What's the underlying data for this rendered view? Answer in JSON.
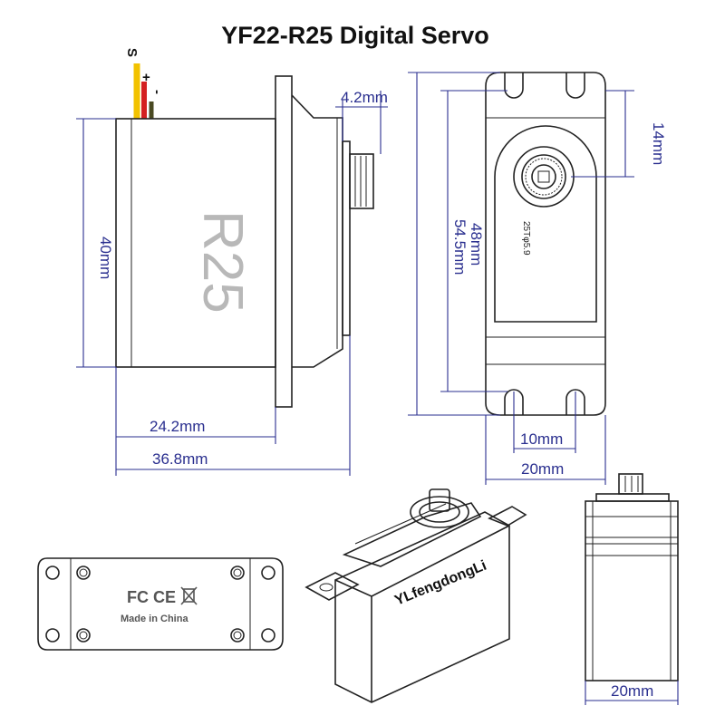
{
  "title": "YF22-R25 Digital Servo",
  "wires": {
    "signal": "S",
    "plus": "+",
    "minus": "-"
  },
  "side_view": {
    "model_text": "R25"
  },
  "dimensions": {
    "height": "40mm",
    "shaft_offset": "4.2mm",
    "body_depth": "24.2mm",
    "total_depth": "36.8mm",
    "overall_length": "54.5mm",
    "body_length": "48mm",
    "spline_offset": "14mm",
    "mount_spacing": "10mm",
    "width_top": "20mm",
    "width_right": "20mm"
  },
  "spline": "25Tφ5.9",
  "bottom_label": {
    "cert": "FC CE",
    "made_in": "Made in China"
  },
  "brand": "YLfengdongLi",
  "colors": {
    "dimension": "#2a2f8f",
    "signal_wire": "#f2c200",
    "plus_wire": "#d42020",
    "minus_wire": "#4a4a22",
    "model_text": "#b8b8b8"
  }
}
